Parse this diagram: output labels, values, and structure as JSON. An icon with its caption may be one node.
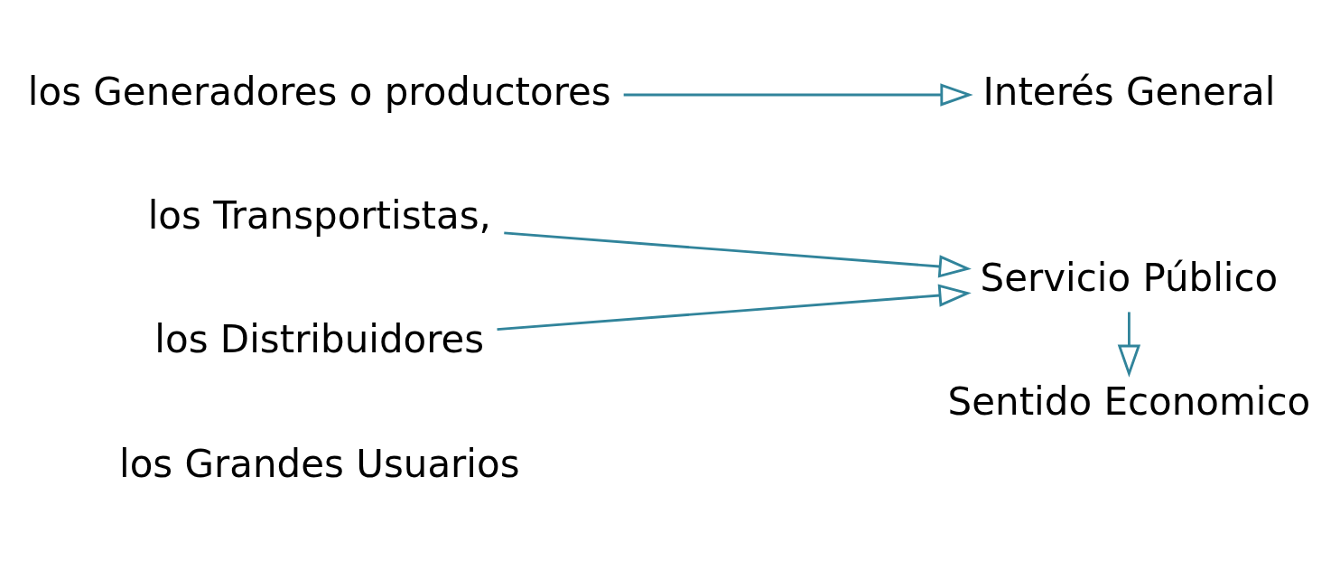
{
  "diagram": {
    "nodes": [
      {
        "text": [
          "los Generadores o productores"
        ]
      },
      {
        "text": [
          "los Transportistas,"
        ]
      },
      {
        "text": [
          "los Distribuidores"
        ]
      },
      {
        "text": [
          "los Grandes Usuarios"
        ]
      },
      {
        "text": [
          "Interés General"
        ]
      },
      {
        "text": [
          "Servicio Público"
        ]
      },
      {
        "text": [
          "Sentido Economico"
        ]
      }
    ],
    "edges": [
      {
        "from": 0,
        "to": 4,
        "arrow": "to"
      },
      {
        "from": 1,
        "to": 5,
        "arrow": "to"
      },
      {
        "from": 2,
        "to": 5,
        "arrow": "to"
      },
      {
        "from": 5,
        "to": 6,
        "arrow": "to"
      }
    ]
  }
}
